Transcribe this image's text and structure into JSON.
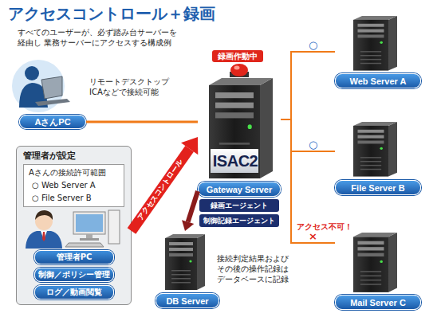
{
  "diagram": {
    "title": "アクセスコントロール＋録画",
    "caption": "すべてのユーザーが、必ず踏み台サーバーを経由し 業務サーバーにアクセスする構成例",
    "nodes": [
      {
        "text": [
          "AさんPC"
        ]
      },
      {
        "text": [
          "Gateway Server"
        ]
      },
      {
        "text": [
          "録画エージェント"
        ],
        "in": 1
      },
      {
        "text": [
          "制御記録エージェント"
        ],
        "in": 1
      },
      {
        "text": [
          "Web Server A"
        ]
      },
      {
        "text": [
          "File Server B"
        ]
      },
      {
        "text": [
          "管理者が設定"
        ]
      },
      {
        "text": [
          "Aさんの接続許可範囲",
          "○ Web Server A",
          "○ File Server B"
        ],
        "in": 6
      },
      {
        "text": [
          "管理者PC"
        ],
        "in": 6
      },
      {
        "text": [
          "制御／ポリシー管理"
        ],
        "in": 6
      },
      {
        "text": [
          "ログ／動画閲覧"
        ],
        "in": 6
      },
      {
        "text": [
          "DB Server"
        ]
      },
      {
        "text": [
          "Mail Server C"
        ]
      }
    ],
    "edges": [
      {
        "from": 0,
        "to": 1,
        "arrow": "none"
      },
      {
        "from": 1,
        "to": 4,
        "arrow": "none",
        "label": "○"
      },
      {
        "from": 1,
        "to": 5,
        "arrow": "none",
        "label": "○"
      },
      {
        "from": 1,
        "to": 12,
        "arrow": "none",
        "label": "×"
      },
      {
        "from": 6,
        "to": 1,
        "arrow": "to",
        "label": "アクセスコントロール"
      },
      {
        "from": 1,
        "to": 11,
        "arrow": "to"
      }
    ],
    "labels": [
      "録画作動中",
      "ISAC2",
      "リモートデスクトップ ICAなどで接続可能",
      "アクセス不可！",
      "接続判定結果および その後の操作記録は データベースに記録"
    ]
  }
}
